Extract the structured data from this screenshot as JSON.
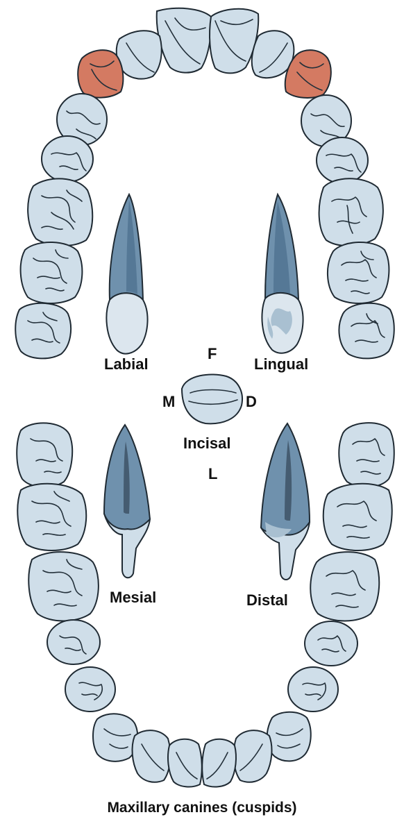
{
  "colors": {
    "tooth_fill": "#cfdee9",
    "highlight_fill": "#d47a62",
    "outline": "#1f2a33",
    "root_dark": "#567b98",
    "root_mid": "#7d9cb6",
    "crown_light": "#dce6ee"
  },
  "highlight": "maxillary canines",
  "labels": {
    "labial": "Labial",
    "lingual": "Lingual",
    "mesial": "Mesial",
    "distal": "Distal",
    "incisal": "Incisal",
    "f": "F",
    "m": "M",
    "d": "D",
    "l": "L"
  },
  "caption": "Maxillary canines (cuspids)"
}
